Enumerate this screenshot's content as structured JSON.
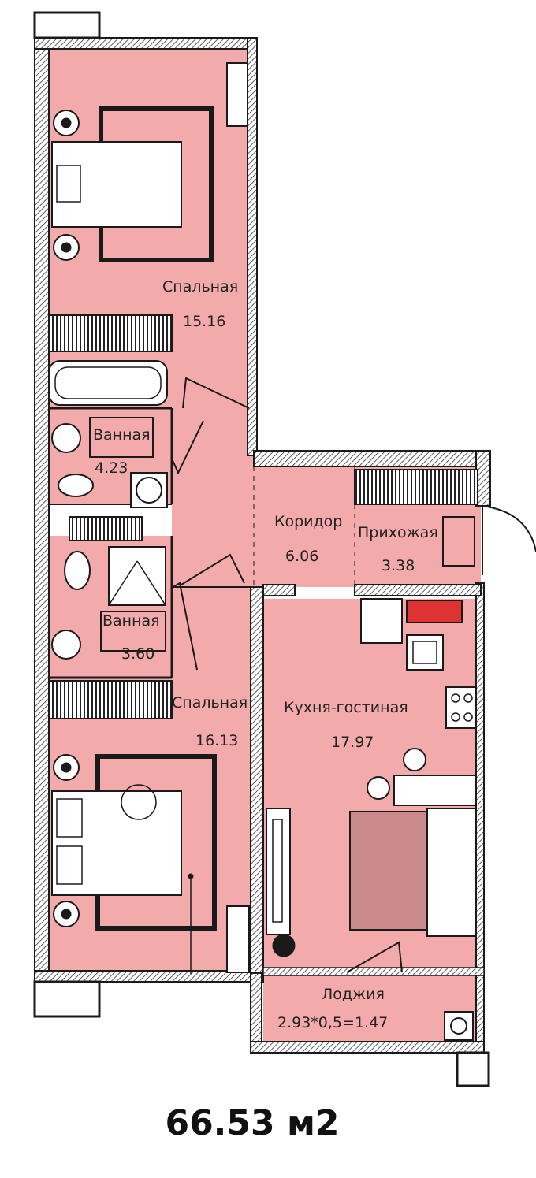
{
  "total_area": "66.53 м2",
  "rooms": {
    "bedroom_1": {
      "name": "Спальная",
      "area": "15.16"
    },
    "bathroom_1": {
      "name": "Ванная",
      "area": "4.23"
    },
    "corridor": {
      "name": "Коридор",
      "area": "6.06"
    },
    "hallway": {
      "name": "Прихожая",
      "area": "3.38"
    },
    "bathroom_2": {
      "name": "Ванная",
      "area": "3.60"
    },
    "bedroom_2": {
      "name": "Спальная",
      "area": "16.13"
    },
    "kitchen_living": {
      "name": "Кухня-гостиная",
      "area": "17.97"
    },
    "loggia": {
      "name": "Лоджия",
      "area": "2.93*0,5=1.47"
    }
  },
  "colors": {
    "room_fill": "#f2aaaa",
    "wall": "#1a1a1a",
    "hatch": "#333333"
  }
}
